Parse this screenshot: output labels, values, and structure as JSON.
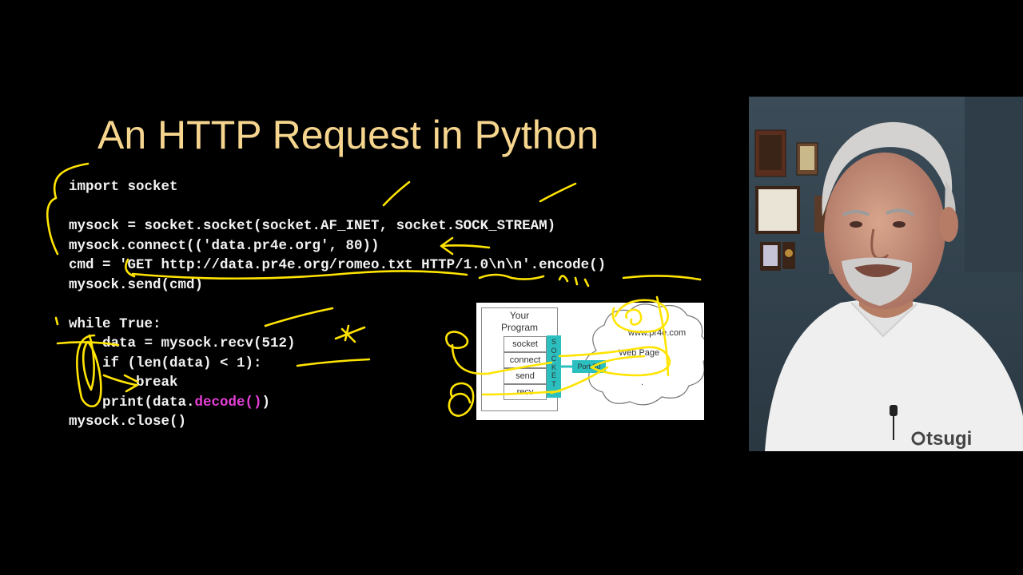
{
  "slide": {
    "title": "An HTTP Request in Python",
    "code_lines": [
      "import socket",
      "",
      "mysock = socket.socket(socket.AF_INET, socket.SOCK_STREAM)",
      "mysock.connect(('data.pr4e.org', 80))",
      "cmd = 'GET http://data.pr4e.org/romeo.txt HTTP/1.0\\n\\n'.encode()",
      "mysock.send(cmd)",
      "",
      "while True:",
      "    data = mysock.recv(512)",
      "    if (len(data) < 1):",
      "        break",
      "    print(data."
    ],
    "code_highlight": "decode()",
    "code_after_highlight": ")",
    "code_last_line": "mysock.close()"
  },
  "diagram": {
    "program_label_1": "Your",
    "program_label_2": "Program",
    "api": [
      "socket",
      "connect",
      "send",
      "recv"
    ],
    "socket_letters": [
      "S",
      "O",
      "C",
      "K",
      "E",
      "T"
    ],
    "port_label": "Port 80",
    "cloud_domain": "www.pr4e.com",
    "cloud_page": "Web Page",
    "cloud_dots": "."
  },
  "webcam": {
    "shirt_logo": "tsugi"
  },
  "colors": {
    "background": "#000000",
    "title": "#f6d58e",
    "code": "#f2f2f2",
    "highlight": "#e53fd6",
    "ink": "#ffe400",
    "socket": "#2bbfbf"
  }
}
